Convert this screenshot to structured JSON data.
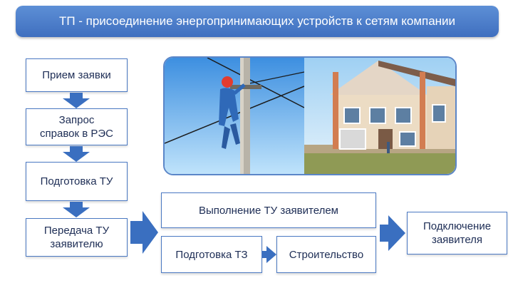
{
  "header": {
    "title": "ТП - присоединение энергопринимающих устройств к сетям компании"
  },
  "steps": {
    "application": "Прием заявки",
    "request": "Запрос\nсправок в РЭС",
    "prepare_tu": "Подготовка ТУ",
    "transfer_tu": "Передача ТУ\nзаявителю",
    "execute_tu": "Выполнение ТУ заявителем",
    "prepare_tz": "Подготовка ТЗ",
    "construction": "Строительство",
    "connection": "Подключение\nзаявителя"
  },
  "colors": {
    "accent": "#3f6fbf",
    "arrow": "#3a6fc0",
    "border": "#4a78c2"
  },
  "photo": {
    "left_image": "electrician-on-pole",
    "right_image": "house"
  }
}
